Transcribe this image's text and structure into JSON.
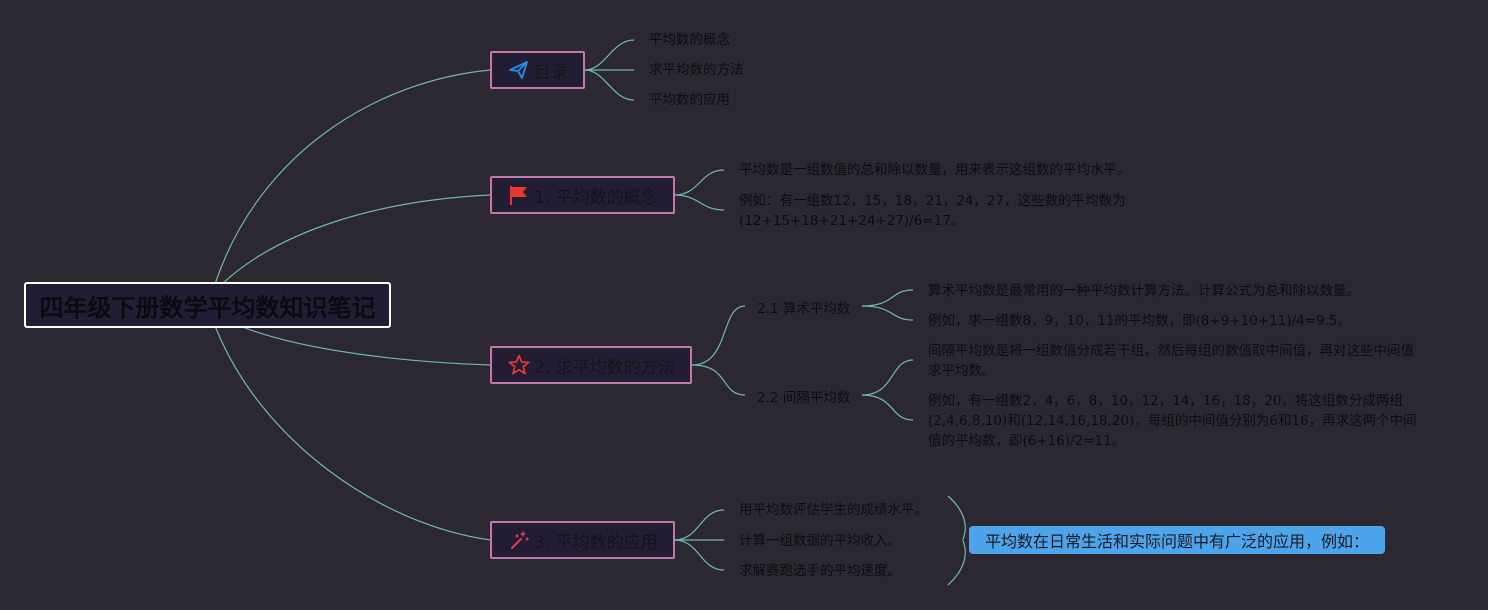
{
  "root": {
    "title": "四年级下册数学平均数知识笔记"
  },
  "toc": {
    "label": "目录",
    "items": [
      "平均数的概念",
      "求平均数的方法",
      "平均数的应用"
    ]
  },
  "concept": {
    "label": "1. 平均数的概念",
    "items": [
      "平均数是一组数值的总和除以数量，用来表示这组数的平均水平。",
      "例如：有一组数12，15，18，21，24，27，这些数的平均数为(12+15+18+21+24+27)/6=17。"
    ]
  },
  "method": {
    "label": "2. 求平均数的方法",
    "arith": {
      "label": "2.1 算术平均数",
      "items": [
        "算术平均数是最常用的一种平均数计算方法。计算公式为总和除以数量。",
        "例如，求一组数8，9，10，11的平均数，即(8+9+10+11)/4=9.5。"
      ]
    },
    "interval": {
      "label": "2.2 间隔平均数",
      "items": [
        "间隔平均数是将一组数值分成若干组，然后每组的数值取中间值，再对这些中间值求平均数。",
        "例如，有一组数2，4，6，8，10，12，14，16，18，20，将这组数分成两组(2,4,6,8,10)和(12,14,16,18,20)，每组的中间值分别为6和16，再求这两个中间值的平均数，即(6+16)/2=11。"
      ]
    }
  },
  "application": {
    "label": "3. 平均数的应用",
    "items": [
      "用平均数评估学生的成绩水平。",
      "计算一组数据的平均收入。",
      "求解赛跑选手的平均速度。"
    ],
    "callout": "平均数在日常生活和实际问题中有广泛的应用，例如："
  },
  "colors": {
    "background": "#2c2832",
    "line": "#6fb8b0",
    "branch_border": "#c577a8",
    "callout": "#4ea4ea"
  }
}
